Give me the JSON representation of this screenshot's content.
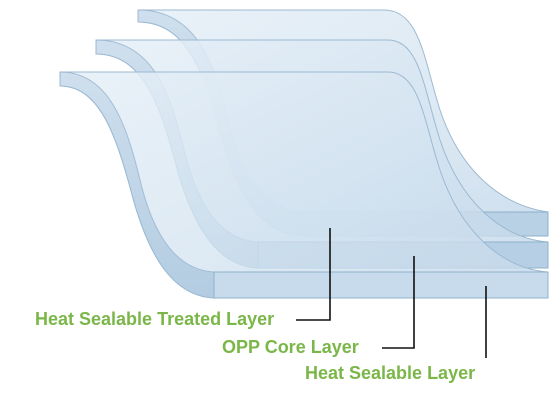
{
  "diagram": {
    "labels": [
      {
        "key": "top",
        "text": "Heat Sealable Treated Layer"
      },
      {
        "key": "core",
        "text": "OPP Core Layer"
      },
      {
        "key": "bottom",
        "text": "Heat Sealable Layer"
      }
    ]
  },
  "colors": {
    "label_text": "#7ab648",
    "leader_line": "#111111",
    "layer_fill": "#cfe0ee",
    "layer_edge": "#9fbdd6",
    "layer_front": "#bcd3e6",
    "layer_stroke": "#8fb0cc"
  }
}
